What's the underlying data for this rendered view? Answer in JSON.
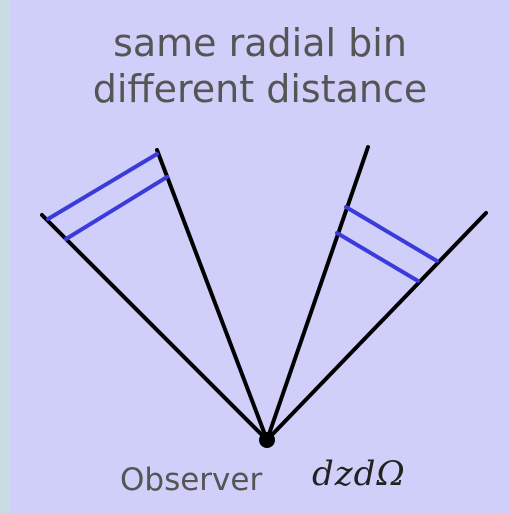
{
  "title": {
    "line1": "same radial bin",
    "line2": "different distance"
  },
  "labels": {
    "observer": "Observer",
    "measure": "dzdΩ"
  },
  "colors": {
    "background_outer": "#c9dbe3",
    "background_panel": "#cfcffa",
    "cone_line": "#000000",
    "bin_line": "#3b3bdc",
    "text": "#555555"
  }
}
